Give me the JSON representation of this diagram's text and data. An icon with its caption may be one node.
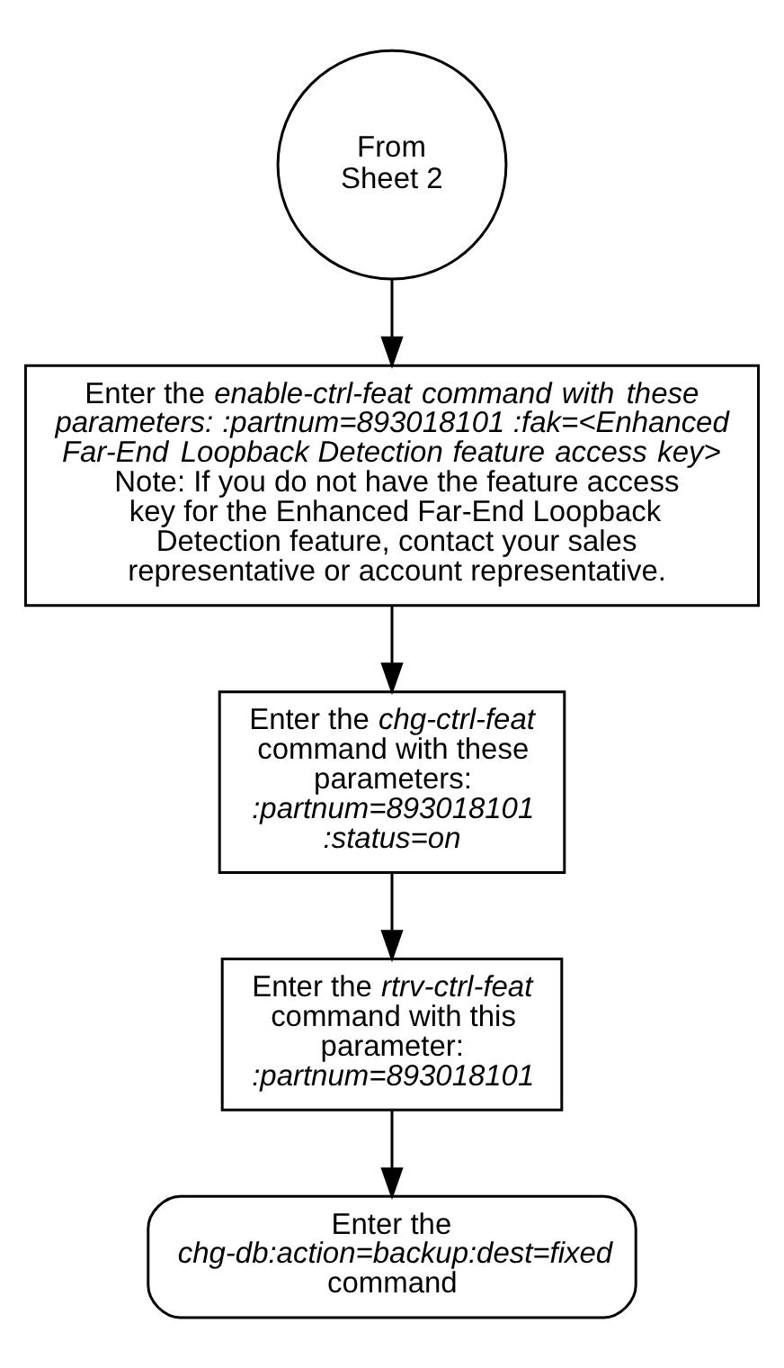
{
  "diagram": {
    "nodes": [
      {
        "text": [
          "From Sheet 2"
        ]
      },
      {
        "text": [
          "Enter the *enable-ctrl-feat command with these parameters: :partnum=893018101 :fak=<Enhanced Far-End Loopback Detection feature access key>*",
          "Note: If you do not have the feature access key for the Enhanced Far-End Loopback Detection feature, contact your sales representative or account representative."
        ]
      },
      {
        "text": [
          "Enter the *chg-ctrl-feat* command with these parameters: *:partnum=893018101 :status=on*"
        ]
      },
      {
        "text": [
          "Enter the *rtrv-ctrl-feat* command with this parameter: *:partnum=893018101*"
        ]
      },
      {
        "text": [
          "Enter the *chg-db:action=backup:dest=fixed* command"
        ]
      }
    ],
    "edges": [
      {
        "from": 0,
        "to": 1,
        "arrow": "to"
      },
      {
        "from": 1,
        "to": 2,
        "arrow": "to"
      },
      {
        "from": 2,
        "to": 3,
        "arrow": "to"
      },
      {
        "from": 3,
        "to": 4,
        "arrow": "to"
      }
    ]
  }
}
